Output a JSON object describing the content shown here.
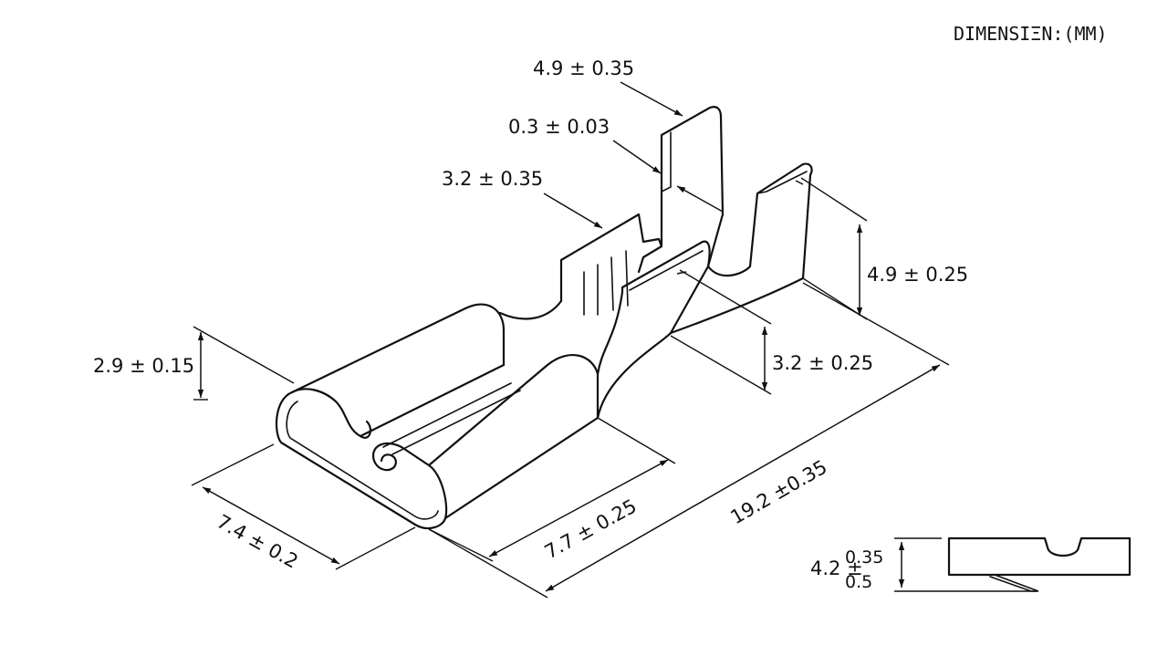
{
  "units_note": "DIMENSIΞN:(MM)",
  "dimensions": {
    "tab_width": "4.9 ± 0.35",
    "thickness": "0.3 ± 0.03",
    "wire_crimp_width": "3.2 ± 0.35",
    "insulation_height": "4.9 ± 0.25",
    "wire_crimp_height": "3.2 ± 0.25",
    "receptacle_height": "2.9 ± 0.15",
    "receptacle_width": "7.4 ± 0.2",
    "receptacle_length": "7.7 ± 0.25",
    "overall_length": "19.2 ±0.35"
  },
  "side_view": {
    "nominal": "4.2 ±",
    "upper_tol": "0.35",
    "lower_tol": "0.5"
  }
}
